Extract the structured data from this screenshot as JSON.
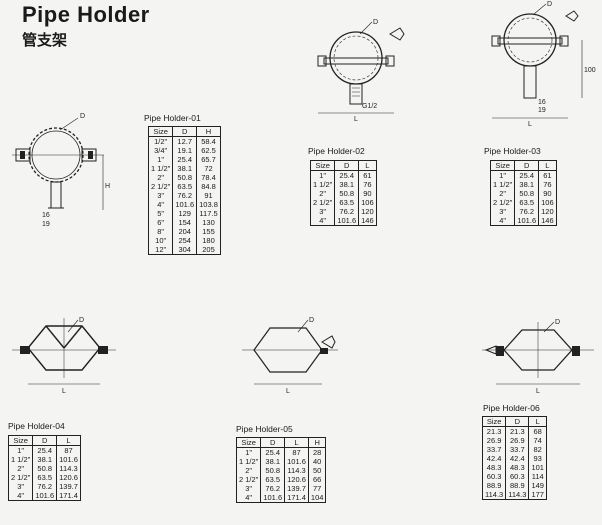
{
  "page": {
    "title": "Pipe Holder",
    "subtitle": "管支架"
  },
  "holder01": {
    "caption": "Pipe Holder-01",
    "headers": [
      "Size",
      "D",
      "H"
    ],
    "rows": [
      [
        "1/2\"",
        "12.7",
        "58.4"
      ],
      [
        "3/4\"",
        "19.1",
        "62.5"
      ],
      [
        "1\"",
        "25.4",
        "65.7"
      ],
      [
        "1 1/2\"",
        "38.1",
        "72"
      ],
      [
        "2\"",
        "50.8",
        "78.4"
      ],
      [
        "2 1/2\"",
        "63.5",
        "84.8"
      ],
      [
        "3\"",
        "76.2",
        "91"
      ],
      [
        "4\"",
        "101.6",
        "103.8"
      ],
      [
        "5\"",
        "129",
        "117.5"
      ],
      [
        "6\"",
        "154",
        "130"
      ],
      [
        "8\"",
        "204",
        "155"
      ],
      [
        "10\"",
        "254",
        "180"
      ],
      [
        "12\"",
        "304",
        "205"
      ]
    ],
    "drawing": {
      "label_d": "D",
      "label_h": "H",
      "label_16": "16",
      "label_19": "19"
    }
  },
  "holder02": {
    "caption": "Pipe Holder-02",
    "headers": [
      "Size",
      "D",
      "L"
    ],
    "rows": [
      [
        "1\"",
        "25.4",
        "61"
      ],
      [
        "1 1/2\"",
        "38.1",
        "76"
      ],
      [
        "2\"",
        "50.8",
        "90"
      ],
      [
        "2 1/2\"",
        "63.5",
        "106"
      ],
      [
        "3\"",
        "76.2",
        "120"
      ],
      [
        "4\"",
        "101.6",
        "146"
      ]
    ],
    "drawing": {
      "label_d": "D",
      "label_l": "L",
      "label_thread": "G1/2"
    }
  },
  "holder03": {
    "caption": "Pipe Holder-03",
    "headers": [
      "Size",
      "D",
      "L"
    ],
    "rows": [
      [
        "1\"",
        "25.4",
        "61"
      ],
      [
        "1 1/2\"",
        "38.1",
        "76"
      ],
      [
        "2\"",
        "50.8",
        "90"
      ],
      [
        "2 1/2\"",
        "63.5",
        "106"
      ],
      [
        "3\"",
        "76.2",
        "120"
      ],
      [
        "4\"",
        "101.6",
        "146"
      ]
    ],
    "drawing": {
      "label_d": "D",
      "label_l": "L",
      "label_100": "100",
      "label_16": "16",
      "label_19": "19"
    }
  },
  "holder04": {
    "caption": "Pipe Holder-04",
    "headers": [
      "Size",
      "D",
      "L"
    ],
    "rows": [
      [
        "1\"",
        "25.4",
        "87"
      ],
      [
        "1 1/2\"",
        "38.1",
        "101.6"
      ],
      [
        "2\"",
        "50.8",
        "114.3"
      ],
      [
        "2 1/2\"",
        "63.5",
        "120.6"
      ],
      [
        "3\"",
        "76.2",
        "139.7"
      ],
      [
        "4\"",
        "101.6",
        "171.4"
      ]
    ],
    "drawing": {
      "label_d": "D",
      "label_l": "L"
    }
  },
  "holder05": {
    "caption": "Pipe Holder-05",
    "headers": [
      "Size",
      "D",
      "L",
      "H"
    ],
    "rows": [
      [
        "1\"",
        "25.4",
        "87",
        "28"
      ],
      [
        "1 1/2\"",
        "38.1",
        "101.6",
        "40"
      ],
      [
        "2\"",
        "50.8",
        "114.3",
        "50"
      ],
      [
        "2 1/2\"",
        "63.5",
        "120.6",
        "66"
      ],
      [
        "3\"",
        "76.2",
        "139.7",
        "77"
      ],
      [
        "4\"",
        "101.6",
        "171.4",
        "104"
      ]
    ],
    "drawing": {
      "label_d": "D",
      "label_l": "L"
    }
  },
  "holder06": {
    "caption": "Pipe Holder-06",
    "headers": [
      "Size",
      "D",
      "L"
    ],
    "rows": [
      [
        "21.3",
        "21.3",
        "68"
      ],
      [
        "26.9",
        "26.9",
        "74"
      ],
      [
        "33.7",
        "33.7",
        "82"
      ],
      [
        "42.4",
        "42.4",
        "93"
      ],
      [
        "48.3",
        "48.3",
        "101"
      ],
      [
        "60.3",
        "60.3",
        "114"
      ],
      [
        "88.9",
        "88.9",
        "149"
      ],
      [
        "114.3",
        "114.3",
        "177"
      ]
    ],
    "drawing": {
      "label_d": "D",
      "label_l": "L"
    }
  }
}
